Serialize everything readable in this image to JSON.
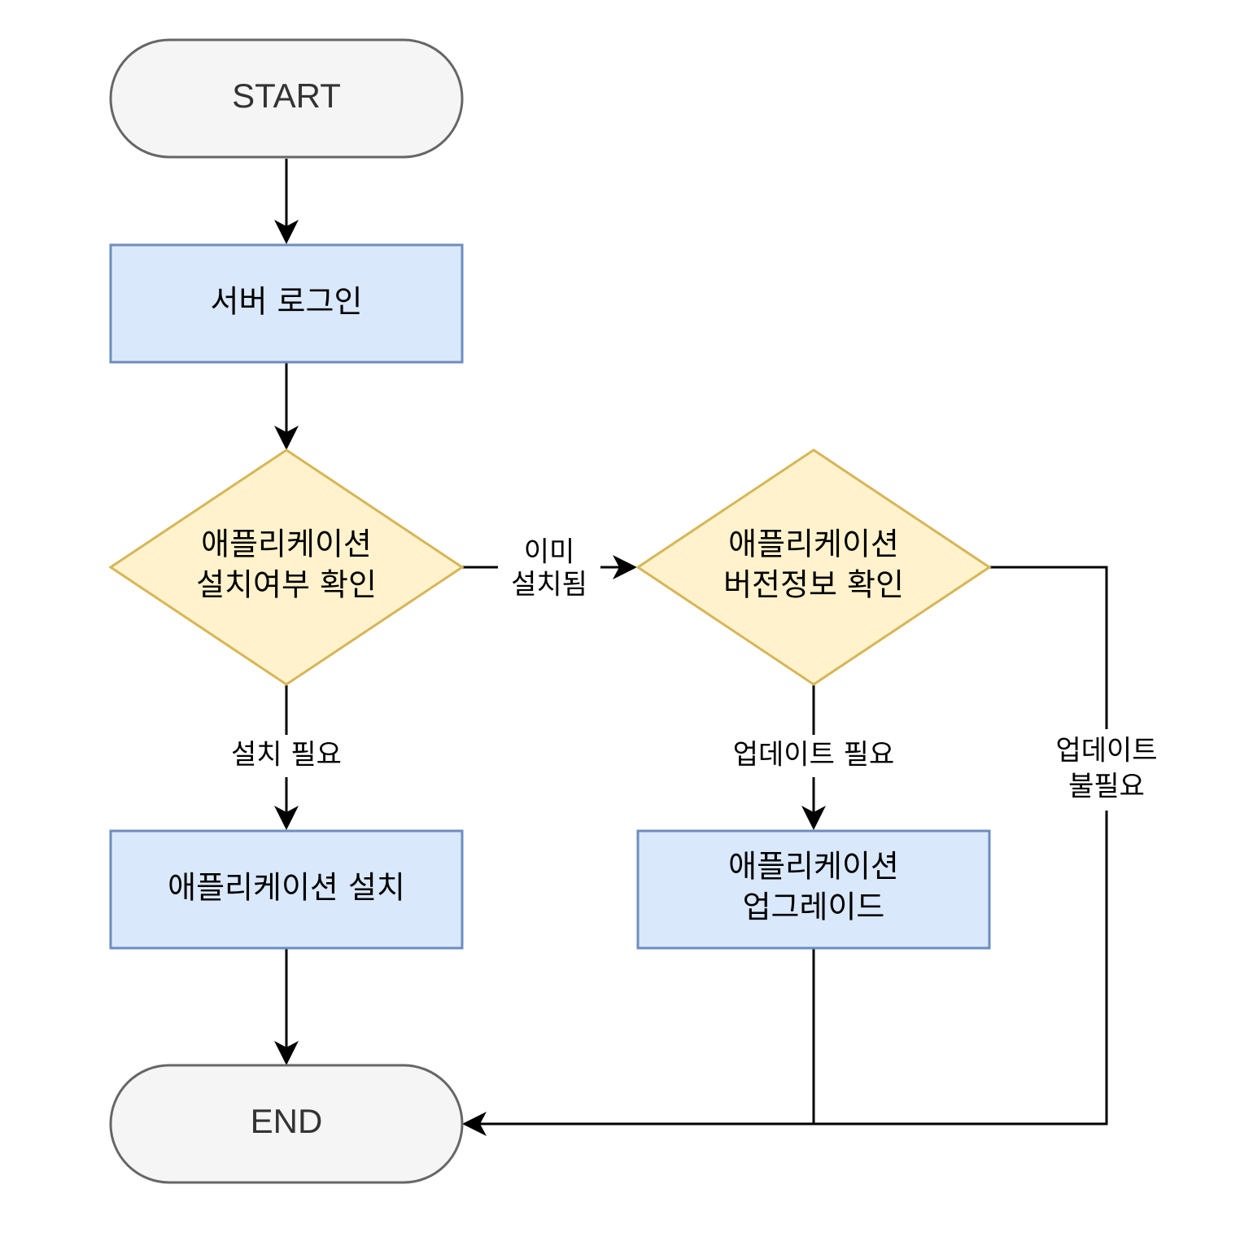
{
  "colors": {
    "terminal_fill": "#f5f5f5",
    "terminal_stroke": "#666666",
    "process_fill": "#dae8fc",
    "process_stroke": "#6c8ebf",
    "decision_fill": "#fff2cc",
    "decision_stroke": "#d6b656",
    "edge": "#000000"
  },
  "nodes": {
    "start": {
      "label": "START"
    },
    "server_login": {
      "label": "서버 로그인"
    },
    "check_installed": {
      "line1": "애플리케이션",
      "line2": "설치여부 확인"
    },
    "check_version": {
      "line1": "애플리케이션",
      "line2": "버전정보 확인"
    },
    "install_app": {
      "label": "애플리케이션 설치"
    },
    "upgrade_app": {
      "line1": "애플리케이션",
      "line2": "업그레이드"
    },
    "end": {
      "label": "END"
    }
  },
  "edges": {
    "already_installed": {
      "line1": "이미",
      "line2": "설치됨"
    },
    "install_needed": {
      "label": "설치 필요"
    },
    "update_needed": {
      "label": "업데이트 필요"
    },
    "no_update_needed": {
      "line1": "업데이트",
      "line2": "불필요"
    }
  }
}
